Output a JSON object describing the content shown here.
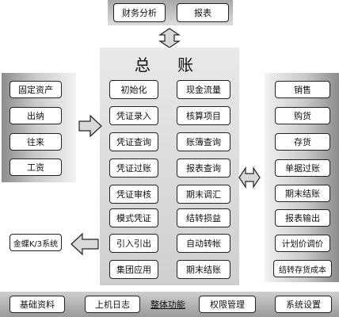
{
  "top": {
    "items": [
      "财务分析",
      "报表"
    ]
  },
  "center": {
    "title": "总 账",
    "left_column": [
      "初始化",
      "凭证录入",
      "凭证查询",
      "凭证过账",
      "凭证审核",
      "模式凭证",
      "引入引出",
      "集团应用"
    ],
    "right_column": [
      "现金流量",
      "核算项目",
      "账簿查询",
      "报表查询",
      "期末调汇",
      "结转损益",
      "自动转帐",
      "期末结账"
    ]
  },
  "left": {
    "items": [
      "固定资产",
      "出纳",
      "往来",
      "工资"
    ]
  },
  "output": {
    "label": "金蝶K/3系统"
  },
  "right": {
    "items": [
      "销售",
      "购货",
      "存货",
      "单据过账",
      "期末结账",
      "报表输出",
      "计划价调价",
      "结转存货成本"
    ]
  },
  "bottom": {
    "items": [
      "基础资料",
      "上机日志",
      "权限管理",
      "系统设置"
    ],
    "label": "整体功能"
  },
  "colors": {
    "border": "#222222",
    "arrow_fill": "#d9d9d9",
    "panel_dark": "#8c8c8c",
    "panel_light": "#f2f2f2"
  }
}
